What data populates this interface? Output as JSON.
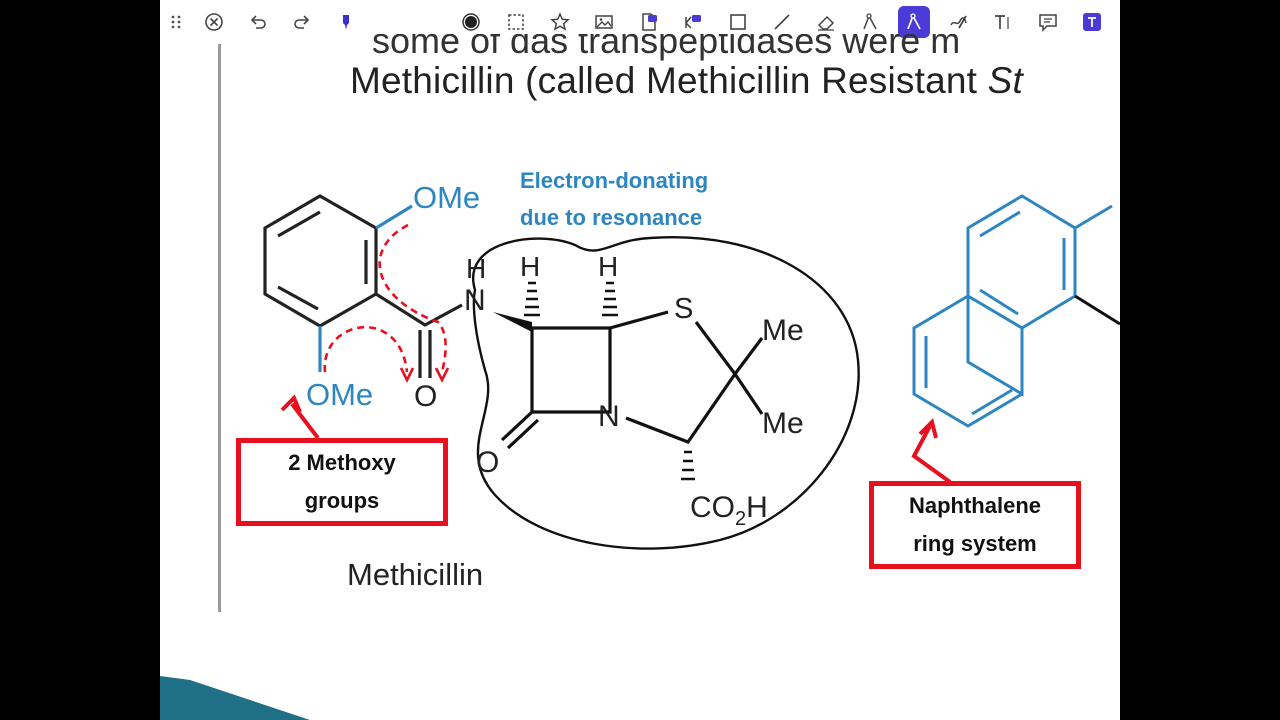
{
  "toolbar": {
    "tools": [
      {
        "name": "drag-handle-icon"
      },
      {
        "name": "close-icon"
      },
      {
        "name": "undo-icon"
      },
      {
        "name": "redo-icon"
      },
      {
        "name": "pen-marker-icon"
      },
      {
        "name": "record-icon"
      },
      {
        "name": "select-rect-icon"
      },
      {
        "name": "star-icon"
      },
      {
        "name": "image-icon"
      },
      {
        "name": "pdf-icon"
      },
      {
        "name": "keyboard-icon"
      },
      {
        "name": "rectangle-icon"
      },
      {
        "name": "line-icon"
      },
      {
        "name": "eraser-icon"
      },
      {
        "name": "lasso-icon"
      },
      {
        "name": "pen-tool-icon",
        "active": true
      },
      {
        "name": "highlighter-icon"
      },
      {
        "name": "text-icon"
      },
      {
        "name": "comment-icon"
      },
      {
        "name": "text-box-icon"
      }
    ],
    "active_color": "#4b3bd6"
  },
  "slide": {
    "title_line1_partial": "some of das transpeptidases were m",
    "title_line2": "Methicillin (called Methicillin Resistant ",
    "title_line2_italic": "St",
    "electron_label_line1": "Electron-donating",
    "electron_label_line2": "due to resonance",
    "methoxy_box_line1": "2 Methoxy",
    "methoxy_box_line2": "groups",
    "naphthalene_box_line1": "Naphthalene",
    "naphthalene_box_line2": "ring system",
    "caption": "Methicillin",
    "atoms": {
      "ome_top": "OMe",
      "ome_bottom": "OMe",
      "o_carbonyl": "O",
      "nh_h": "H",
      "nh_n": "N",
      "h1": "H",
      "h2": "H",
      "s": "S",
      "me1": "Me",
      "me2": "Me",
      "n_ring": "N",
      "o_lactam": "O",
      "co2h": "CO",
      "co2h_sub": "2",
      "co2h_h": "H"
    }
  },
  "colors": {
    "accent_blue": "#2e86c1",
    "highlight_red": "#e8101e",
    "structure_black": "#111111"
  }
}
